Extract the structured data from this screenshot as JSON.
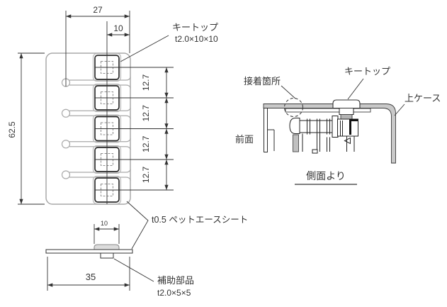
{
  "drawing": {
    "front_view": {
      "dim_width": "27",
      "dim_keytop_width": "10",
      "dim_height": "62.5",
      "dim_pitch": [
        "12.7",
        "12.7",
        "12.7",
        "12.7"
      ],
      "keytop_label": "キートップ",
      "keytop_spec": "t2.0×10×10",
      "sheet_label": "t0.5 ペットエースシート"
    },
    "bottom_view": {
      "dim_keytop_width": "10",
      "dim_total_width": "35",
      "aux_label": "補助部品",
      "aux_spec": "t2.0×5×5"
    },
    "side_view": {
      "adhesive_label": "接着箇所",
      "keytop_label": "キートップ",
      "upper_case_label": "上ケース",
      "front_face_label": "前面",
      "caption": "側面より"
    },
    "colors": {
      "line": "#333333",
      "sheet_outline": "#a9a9a9",
      "case_fill": "#c9c9c9"
    }
  }
}
